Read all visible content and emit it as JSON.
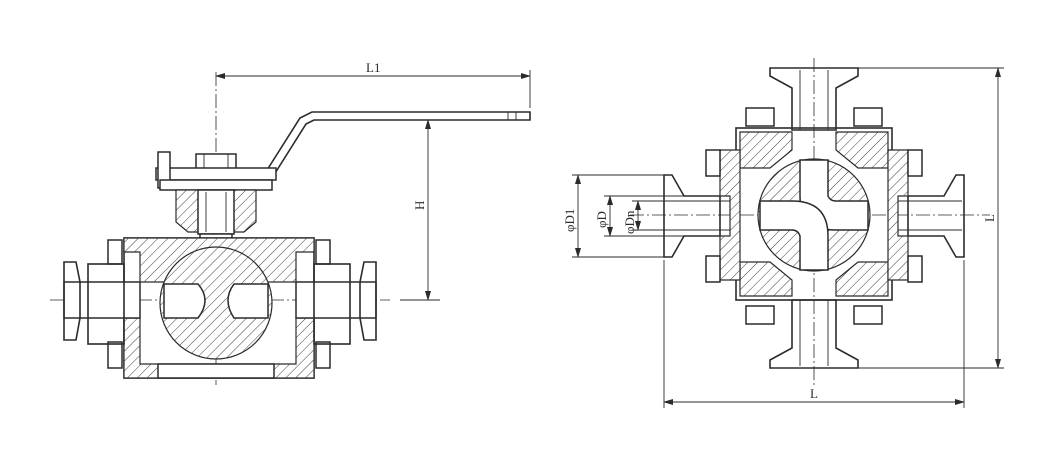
{
  "dimensions": {
    "L1": "L1",
    "H": "H",
    "L_vertical": "L",
    "L_horizontal": "L",
    "D1": "φD1",
    "D": "φD",
    "Dn": "φDn"
  }
}
